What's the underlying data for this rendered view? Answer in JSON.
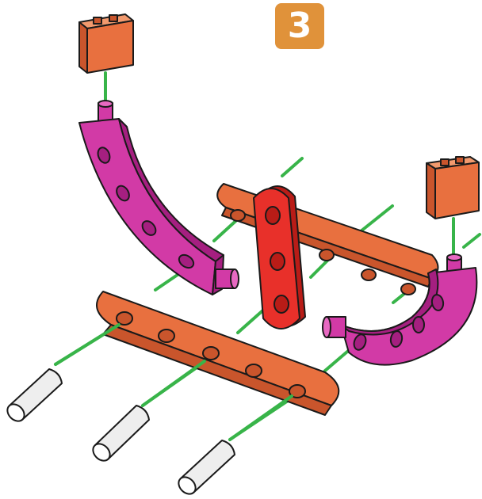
{
  "step": {
    "number": "3"
  },
  "colors": {
    "background": "#ffffff",
    "badge": "#e0923a",
    "badge_text": "#ffffff",
    "connector": "#38b449",
    "orange_part": "#e8703f",
    "orange_part_shade": "#c9552c",
    "red_part": "#e8302a",
    "red_part_shade": "#b91c17",
    "magenta_part": "#d23aa6",
    "magenta_part_shade": "#a51f80",
    "pin": "#eeeeee",
    "outline": "#1a1a1a"
  },
  "parts": [
    {
      "name": "connector-block",
      "color": "orange"
    },
    {
      "name": "connector-block",
      "color": "orange"
    },
    {
      "name": "curved-beam",
      "color": "magenta"
    },
    {
      "name": "curved-beam",
      "color": "magenta"
    },
    {
      "name": "straight-beam-5-hole",
      "color": "orange"
    },
    {
      "name": "straight-beam-5-hole",
      "color": "orange"
    },
    {
      "name": "short-beam-3-hole",
      "color": "red"
    },
    {
      "name": "axle-pin",
      "color": "white"
    },
    {
      "name": "axle-pin",
      "color": "white"
    },
    {
      "name": "axle-pin",
      "color": "white"
    }
  ]
}
